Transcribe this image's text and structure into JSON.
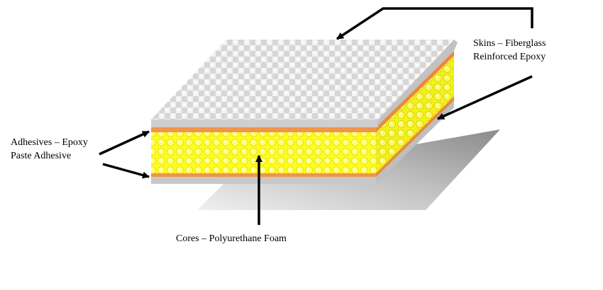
{
  "labels": {
    "skins": [
      "Skins – Fiberglass",
      "Reinforced Epoxy"
    ],
    "adhesives": [
      "Adhesives – Epoxy",
      "Paste Adhesive"
    ],
    "cores": "Cores – Polyurethane Foam"
  },
  "colors": {
    "skin_top": "#d9d9d9",
    "skin_checker": "#eeeeee",
    "skin_edge": "#c0c0c0",
    "adhesive": "#f0954a",
    "core": "#ffff22",
    "core_dot": "#ffffc0",
    "shadow_light": "#e8e8e8",
    "shadow_dark": "#8c8c8c",
    "arrow": "#000000"
  }
}
